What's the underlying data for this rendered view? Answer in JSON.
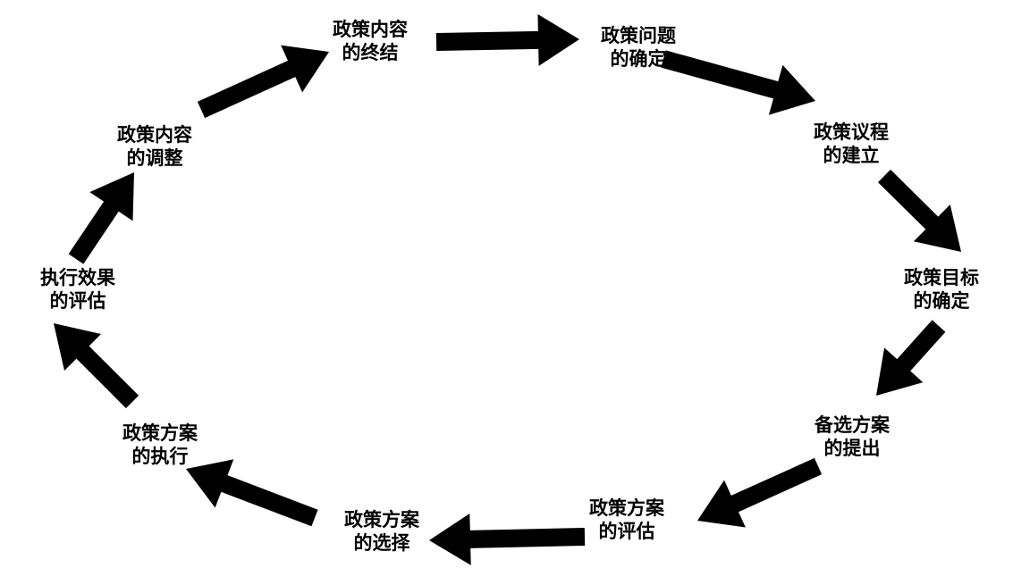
{
  "diagram": {
    "type": "cycle",
    "nodes": [
      {
        "id": "n1",
        "line1": "政策问题",
        "line2": "的确定"
      },
      {
        "id": "n2",
        "line1": "政策议程",
        "line2": "的建立"
      },
      {
        "id": "n3",
        "line1": "政策目标",
        "line2": "的确定"
      },
      {
        "id": "n4",
        "line1": "备选方案",
        "line2": "的提出"
      },
      {
        "id": "n5",
        "line1": "政策方案",
        "line2": "的评估"
      },
      {
        "id": "n6",
        "line1": "政策方案",
        "line2": "的选择"
      },
      {
        "id": "n7",
        "line1": "政策方案",
        "line2": "的执行"
      },
      {
        "id": "n8",
        "line1": "执行效果",
        "line2": "的评估"
      },
      {
        "id": "n9",
        "line1": "政策内容",
        "line2": "的调整"
      },
      {
        "id": "n10",
        "line1": "政策内容",
        "line2": "的终结"
      }
    ],
    "edges": [
      {
        "from": "n10",
        "to": "n1"
      },
      {
        "from": "n1",
        "to": "n2"
      },
      {
        "from": "n2",
        "to": "n3"
      },
      {
        "from": "n3",
        "to": "n4"
      },
      {
        "from": "n4",
        "to": "n5"
      },
      {
        "from": "n5",
        "to": "n6"
      },
      {
        "from": "n6",
        "to": "n7"
      },
      {
        "from": "n7",
        "to": "n8"
      },
      {
        "from": "n8",
        "to": "n9"
      },
      {
        "from": "n9",
        "to": "n10"
      }
    ],
    "arrow_color": "#000000",
    "text_color": "#000000",
    "background_color": "#ffffff"
  }
}
